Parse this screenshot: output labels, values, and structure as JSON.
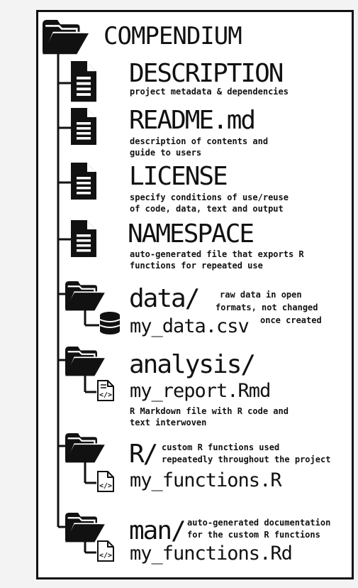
{
  "root": {
    "name": "COMPENDIUM",
    "icon": "folder-icon"
  },
  "files": [
    {
      "key": "description",
      "name": "DESCRIPTION",
      "icon": "document-icon",
      "desc_lines": [
        "project metadata & dependencies"
      ]
    },
    {
      "key": "readme",
      "name": "README.md",
      "icon": "document-icon",
      "desc_lines": [
        "description of contents and",
        "guide to users"
      ]
    },
    {
      "key": "license",
      "name": "LICENSE",
      "icon": "document-icon",
      "desc_lines": [
        "specify conditions of use/reuse",
        "of code, data, text and output"
      ]
    },
    {
      "key": "namespace",
      "name": "NAMESPACE",
      "icon": "document-icon",
      "desc_lines": [
        "auto-generated file that exports R",
        "functions for repeated use"
      ]
    }
  ],
  "folders": [
    {
      "key": "data",
      "name": "data/",
      "icon": "folder-icon",
      "child": "my_data.csv",
      "child_icon": "database-icon",
      "desc_lines": [
        "raw data in open",
        "formats, not changed",
        "once created"
      ]
    },
    {
      "key": "analysis",
      "name": "analysis/",
      "icon": "folder-icon",
      "child": "my_report.Rmd",
      "child_icon": "code-document-icon",
      "desc_lines": [
        "R Markdown file with R code and",
        "text interwoven"
      ]
    },
    {
      "key": "r",
      "name": "R/",
      "icon": "folder-icon",
      "child": "my_functions.R",
      "child_icon": "code-file-icon",
      "desc_lines": [
        "custom R functions used",
        "repeatedly throughout the project"
      ]
    },
    {
      "key": "man",
      "name": "man/",
      "icon": "folder-icon",
      "child": "my_functions.Rd",
      "child_icon": "code-file-icon",
      "desc_lines": [
        "auto-generated documentation",
        "for the custom R functions"
      ]
    }
  ]
}
